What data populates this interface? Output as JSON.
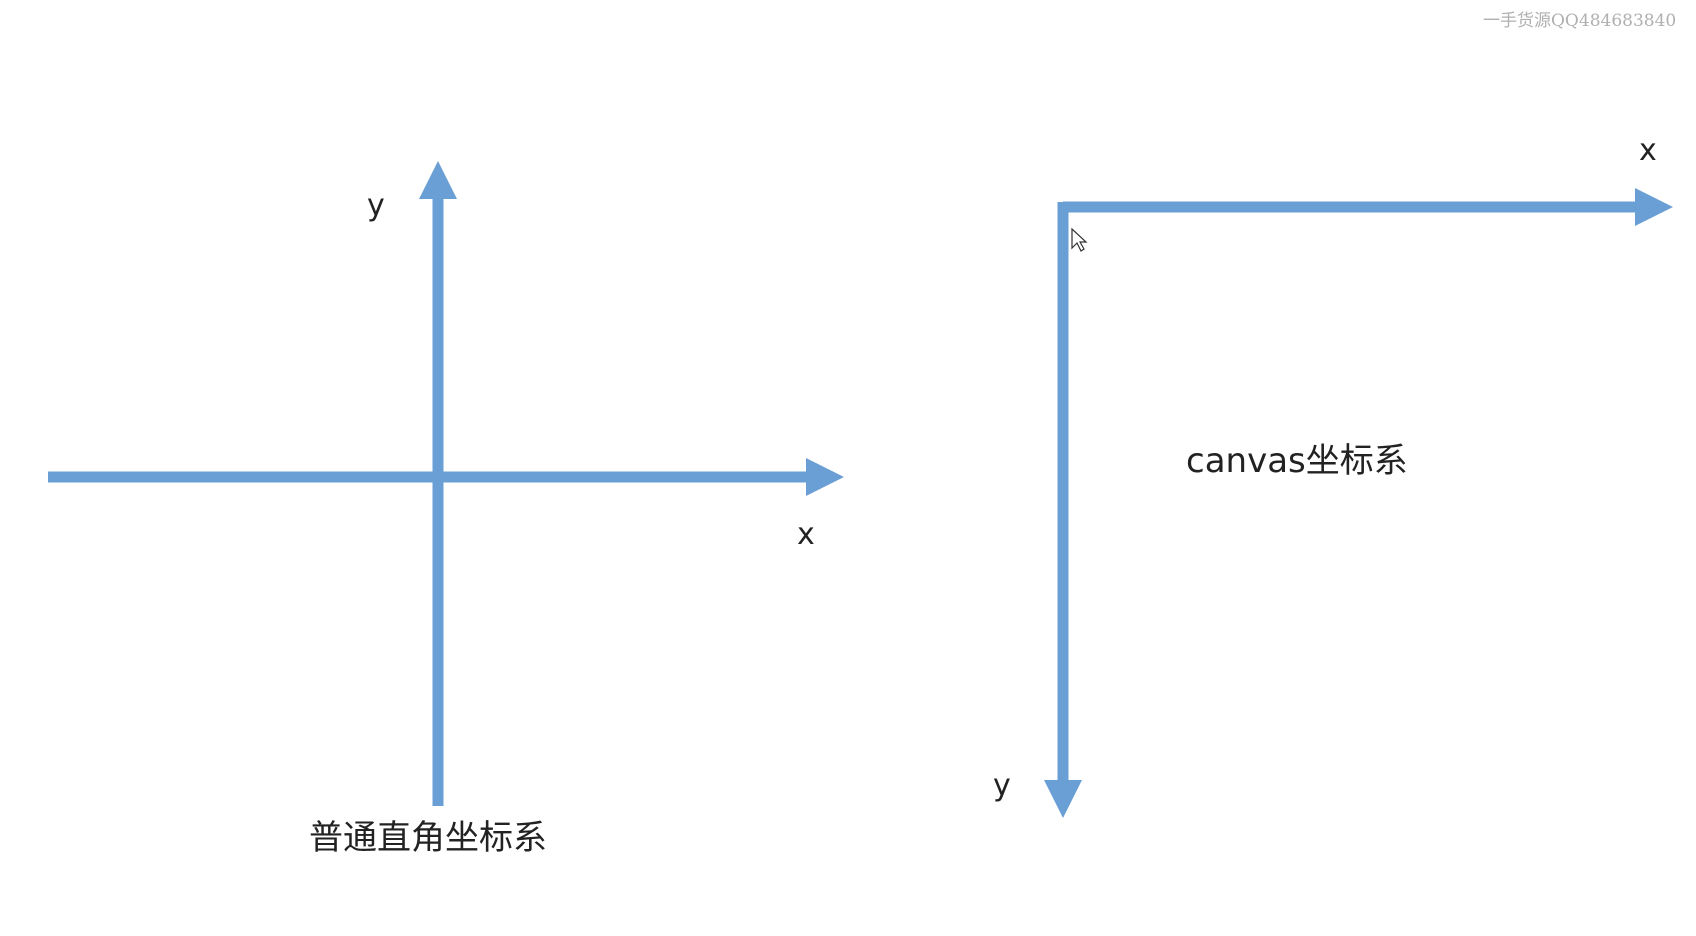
{
  "watermark": {
    "text": "一手货源QQ484683840"
  },
  "cartesian": {
    "x_label": "x",
    "y_label": "y",
    "caption": "普通直角坐标系"
  },
  "canvas": {
    "x_label": "x",
    "y_label": "y",
    "caption": "canvas坐标系"
  },
  "colors": {
    "axis": "#6a9fd6",
    "text": "#222222"
  }
}
